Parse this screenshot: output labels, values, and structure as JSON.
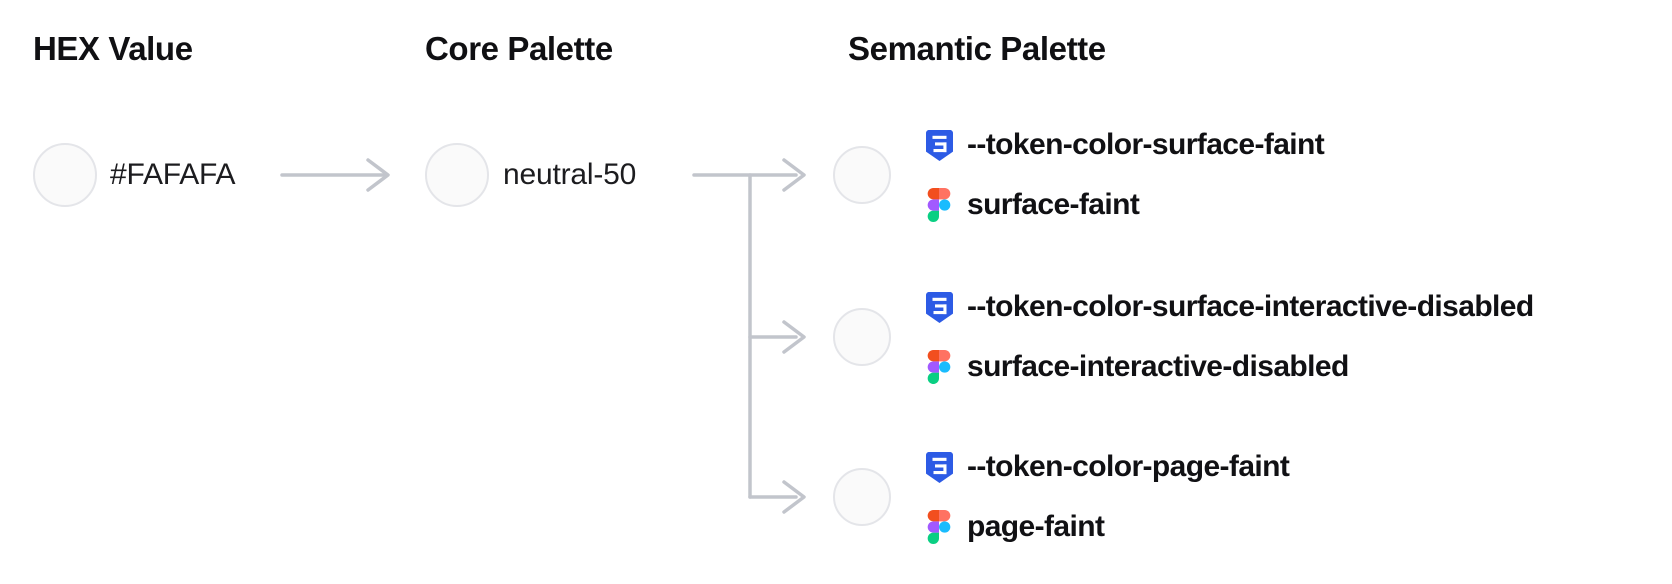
{
  "columns": [
    {
      "label": "HEX Value"
    },
    {
      "label": "Core Palette"
    },
    {
      "label": "Semantic Palette"
    }
  ],
  "hex": {
    "value": "#FAFAFA"
  },
  "core": {
    "name": "neutral-50"
  },
  "semantic": [
    {
      "css": "--token-color-surface-faint",
      "figma": "surface-faint"
    },
    {
      "css": "--token-color-surface-interactive-disabled",
      "figma": "surface-interactive-disabled"
    },
    {
      "css": "--token-color-page-faint",
      "figma": "page-faint"
    }
  ],
  "colors": {
    "swatch_fill": "#FAFAFA",
    "swatch_border": "#E4E5E9",
    "connector_gray": "#C2C5CC",
    "css_icon_blue": "#2D5BE5",
    "figma_red": "#F24E1E",
    "figma_salmon": "#FF7262",
    "figma_purple": "#A259FF",
    "figma_blue": "#1ABCFE",
    "figma_green": "#0ACF83",
    "text": "#18181B"
  }
}
